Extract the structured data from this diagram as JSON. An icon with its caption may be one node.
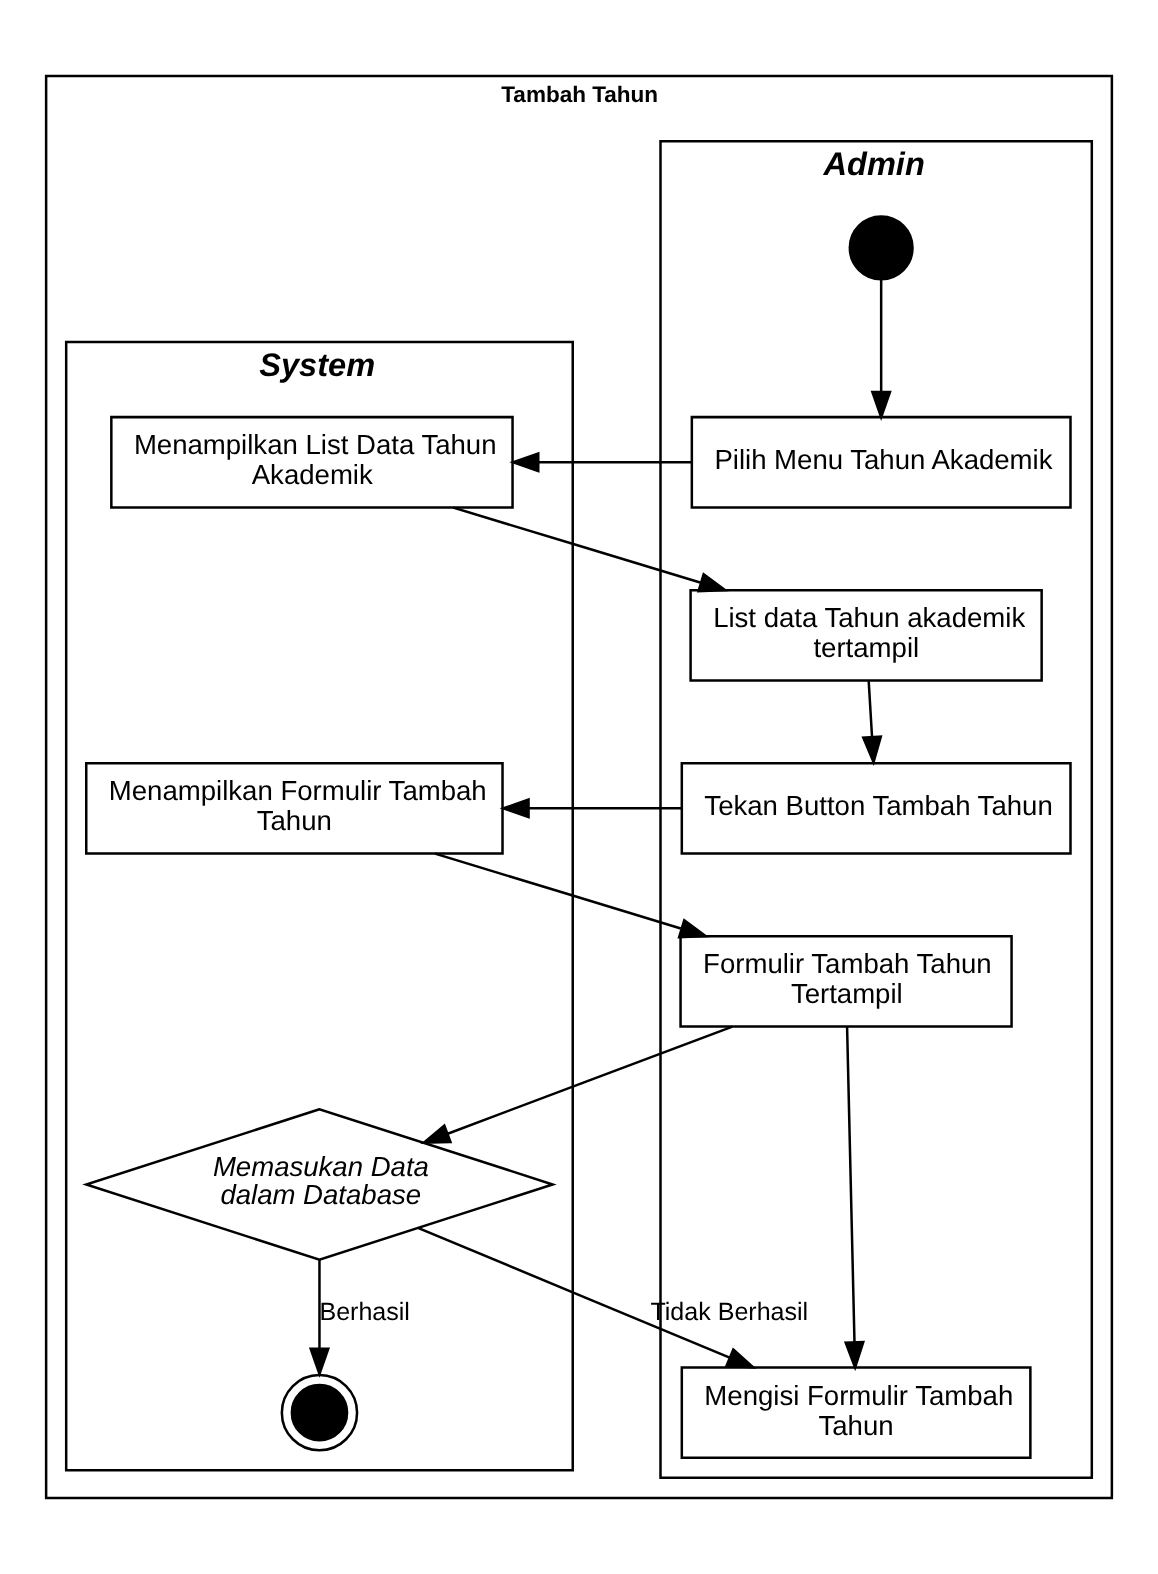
{
  "diagram": {
    "nodes": [
      {
        "text": [
          "Tambah Tahun"
        ]
      },
      {
        "text": [
          "Admin"
        ],
        "in": 0
      },
      {
        "text": [
          "System"
        ],
        "in": 0
      },
      {
        "text": [],
        "shape": "circle",
        "in": 1
      },
      {
        "text": [
          "Pilih Menu Tahun Akademik"
        ],
        "in": 1
      },
      {
        "text": [
          "Menampilkan List Data Tahun Akademik"
        ],
        "in": 2
      },
      {
        "text": [
          "List data Tahun akademik tertampil"
        ],
        "in": 1
      },
      {
        "text": [
          "Tekan Button Tambah Tahun"
        ],
        "in": 1
      },
      {
        "text": [
          "Menampilkan Formulir Tambah Tahun"
        ],
        "in": 2
      },
      {
        "text": [
          "Formulir Tambah Tahun Tertampil"
        ],
        "in": 1
      },
      {
        "text": [
          "Mengisi Formulir Tambah Tahun"
        ],
        "in": 1
      },
      {
        "text": [
          "Memasukan Data dalam Database"
        ],
        "in": 2
      },
      {
        "text": [],
        "shape": "circle",
        "in": 2
      }
    ],
    "edges": [
      {
        "from": 3,
        "to": 4,
        "arrow": "to"
      },
      {
        "from": 4,
        "to": 5,
        "arrow": "to"
      },
      {
        "from": 5,
        "to": 6,
        "arrow": "to"
      },
      {
        "from": 6,
        "to": 7,
        "arrow": "to"
      },
      {
        "from": 7,
        "to": 8,
        "arrow": "to"
      },
      {
        "from": 8,
        "to": 9,
        "arrow": "to"
      },
      {
        "from": 9,
        "to": 10,
        "arrow": "to"
      },
      {
        "from": 9,
        "to": 11,
        "arrow": "to"
      },
      {
        "from": 11,
        "to": 10,
        "label": "Tidak Berhasil",
        "arrow": "to"
      },
      {
        "from": 11,
        "to": 12,
        "label": "Berhasil",
        "arrow": "to"
      }
    ]
  }
}
